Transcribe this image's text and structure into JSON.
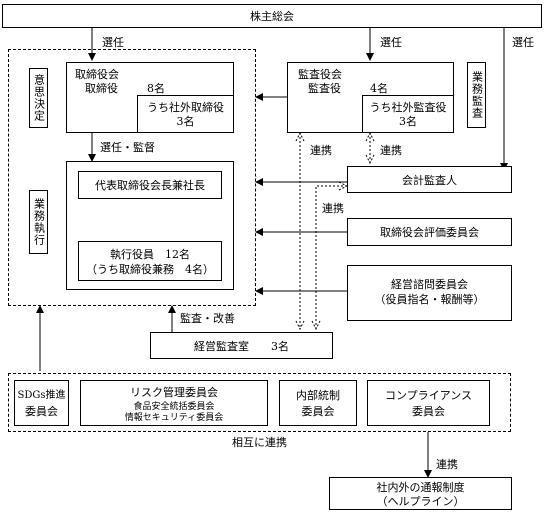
{
  "shareholders": "株主総会",
  "appoint": "選任",
  "board": {
    "title": "取締役会",
    "members_label": "取締役",
    "members_count": "8名",
    "outside_label": "うち社外取締役",
    "outside_count": "3名"
  },
  "audit_board": {
    "title": "監査役会",
    "members_label": "監査役",
    "members_count": "4名",
    "outside_label": "うち社外監査役",
    "outside_count": "3名"
  },
  "decision_label": "意思決定",
  "business_audit_label": "業務監査",
  "business_exec_label": "業務執行",
  "appoint_supervise": "選任・監督",
  "president": "代表取締役会長兼社長",
  "officers": {
    "line1": "執行役員　12名",
    "line2": "（うち取締役兼務　4名）"
  },
  "cooperation": "連携",
  "accounting_auditor": "会計監査人",
  "evaluation_committee": "取締役会評価委員会",
  "advisory_committee": {
    "line1": "経営諮問委員会",
    "line2": "（役員指名・報酬等）"
  },
  "audit_improve": "監査・改善",
  "internal_audit": "経営監査室　　3名",
  "sdgs": {
    "line1": "SDGs推進",
    "line2": "委員会"
  },
  "risk": {
    "line1": "リスク管理委員会",
    "line2": "食品安全統括委員会",
    "line3": "情報セキュリティ委員会"
  },
  "internal_control": {
    "line1": "内部統制",
    "line2": "委員会"
  },
  "compliance": {
    "line1": "コンプライアンス",
    "line2": "委員会"
  },
  "mutual_cooperation": "相互に連携",
  "helpline": {
    "line1": "社内外の通報制度",
    "line2": "（ヘルプライン）"
  }
}
